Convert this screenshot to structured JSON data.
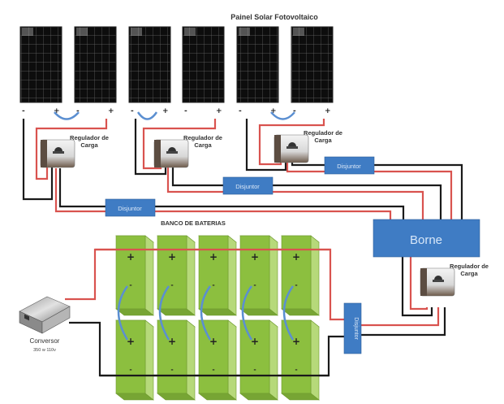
{
  "title": "Painel Solar Fotovoltaico",
  "battery_bank_label": "BANCO DE BATERIAS",
  "panels": {
    "count": 6,
    "pole_negative": "-",
    "pole_positive": "+"
  },
  "regulators": [
    {
      "line1": "Regulador de",
      "line2": "Carga"
    },
    {
      "line1": "Regulador de",
      "line2": "Carga"
    },
    {
      "line1": "Regulador de",
      "line2": "Carga"
    },
    {
      "line1": "Regulador de",
      "line2": "Carga"
    }
  ],
  "breakers": [
    {
      "label": "Disjuntor"
    },
    {
      "label": "Disjuntor"
    },
    {
      "label": "Disjuntor"
    },
    {
      "label": "Disjuntor"
    }
  ],
  "terminal_block": {
    "label": "Borne"
  },
  "inverter": {
    "label": "Conversor",
    "spec": "350 w   110v"
  },
  "batteries": {
    "columns": 5,
    "rows": 2,
    "plus": "+",
    "minus": "-"
  },
  "colors": {
    "positive_wire": "#d9534f",
    "negative_wire": "#1a1a1a",
    "jumper": "#5b8fd1",
    "box_blue": "#3f7cc4",
    "battery_green": "#8cbf3f",
    "panel_black": "#111111"
  }
}
